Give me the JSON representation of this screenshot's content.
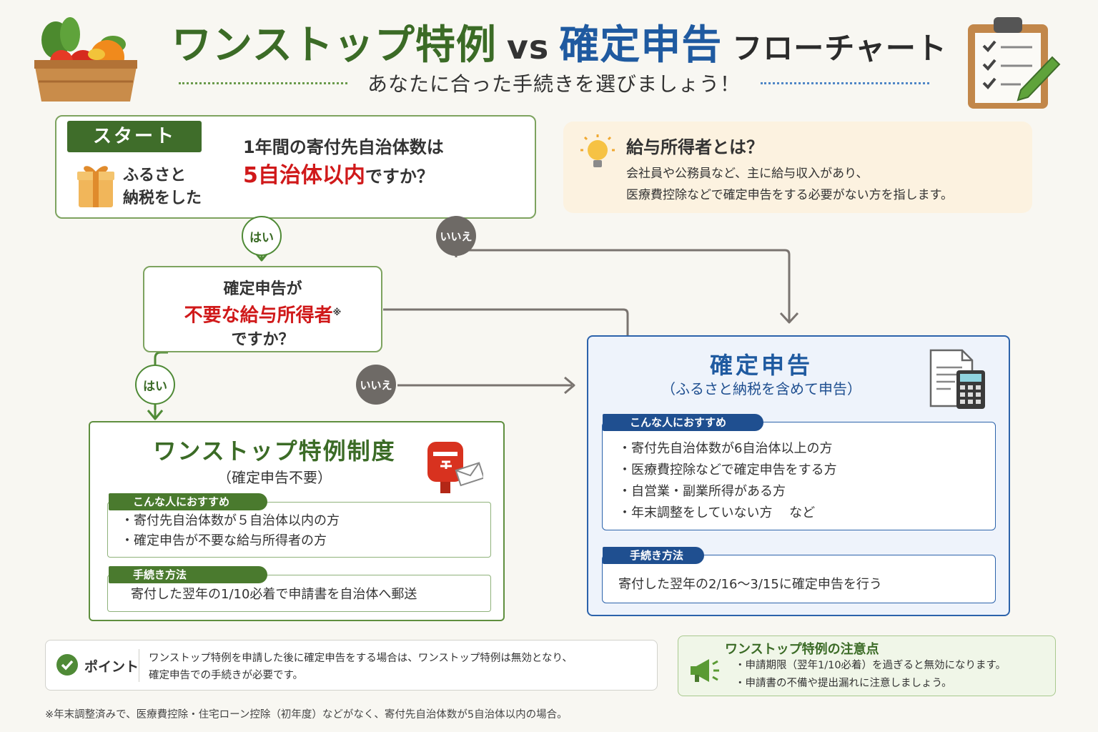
{
  "header": {
    "title_part1": "ワンストップ特例",
    "title_vs": "vs",
    "title_part2": "確定申告",
    "title_part3": "フローチャート",
    "subtitle": "あなたに合った手続きを選びましょう！"
  },
  "start": {
    "tag": "スタート",
    "note_line1": "ふるさと",
    "note_line2": "納税をした",
    "question_line1": "1年間の寄付先自治体数は",
    "question_highlight": "5自治体以内",
    "question_suffix": "ですか？"
  },
  "info": {
    "title": "給与所得者とは？",
    "line1": "会社員や公務員など、主に給与収入があり、",
    "line2": "医療費控除などで確定申告をする必要がない方を指します。"
  },
  "answers": {
    "yes": "はい",
    "no": "いいえ"
  },
  "question2": {
    "line1": "確定申告が",
    "highlight": "不要な給与所得者",
    "mark": "※",
    "line3": "ですか？"
  },
  "onestop": {
    "title": "ワンストップ特例制度",
    "subtitle": "（確定申告不要）",
    "recommend_label": "こんな人におすすめ",
    "recommend_items": [
      "寄付先自治体数が５自治体以内の方",
      "確定申告が不要な給与所得者の方"
    ],
    "method_label": "手続き方法",
    "method_text": "寄付した翌年の1/10必着で申請書を自治体へ郵送"
  },
  "kakutei": {
    "title": "確定申告",
    "subtitle": "（ふるさと納税を含めて申告）",
    "recommend_label": "こんな人におすすめ",
    "recommend_items": [
      "寄付先自治体数が6自治体以上の方",
      "医療費控除などで確定申告をする方",
      "自営業・副業所得がある方",
      "年末調整をしていない方　 など"
    ],
    "method_label": "手続き方法",
    "method_text": "寄付した翌年の2/16〜3/15に確定申告を行う"
  },
  "point": {
    "label": "ポイント",
    "line1": "ワンストップ特例を申請した後に確定申告をする場合は、ワンストップ特例は無効となり、",
    "line2": "確定申告での手続きが必要です。"
  },
  "caution": {
    "title": "ワンストップ特例の注意点",
    "items": [
      "申請期限（翌年1/10必着）を過ぎると無効になります。",
      "申請書の不備や提出漏れに注意しましょう。"
    ]
  },
  "footnote": "※年末調整済みで、医療費控除・住宅ローン控除（初年度）などがなく、寄付先自治体数が5自治体以内の場合。",
  "colors": {
    "green": "#3b6b26",
    "blue": "#1f5aa0",
    "red": "#d0191a",
    "gray": "#6e6a66"
  }
}
